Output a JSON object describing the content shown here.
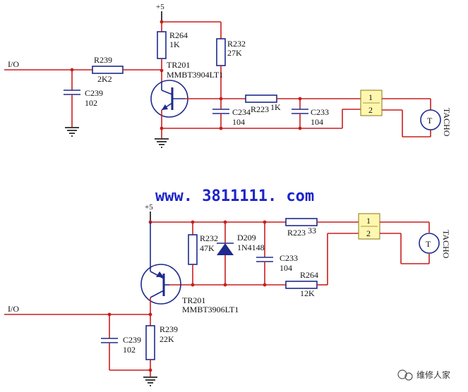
{
  "top": {
    "vcc": "+5",
    "io": "I/O",
    "r239": {
      "ref": "R239",
      "val": "2K2"
    },
    "c239": {
      "ref": "C239",
      "val": "102"
    },
    "r264": {
      "ref": "R264",
      "val": "1K"
    },
    "r232": {
      "ref": "R232",
      "val": "27K"
    },
    "tr": {
      "ref": "TR201",
      "part": "MMBT3904LT1"
    },
    "c234": {
      "ref": "C234",
      "val": "104"
    },
    "r223": {
      "ref": "R223",
      "val": "1K"
    },
    "c233": {
      "ref": "C233",
      "val": "104"
    },
    "conn": {
      "p1": "1",
      "p2": "2"
    },
    "tacho": {
      "symbol": "T",
      "label": "TACHO"
    }
  },
  "watermark": "www. 3811111. com",
  "bottom": {
    "vcc": "+5",
    "io": "I/O",
    "r232": {
      "ref": "R232",
      "val": "47K"
    },
    "d209": {
      "ref": "D209",
      "val": "1N4148"
    },
    "c233": {
      "ref": "C233",
      "val": "104"
    },
    "r223": {
      "ref": "R223",
      "val": "33"
    },
    "r264": {
      "ref": "R264",
      "val": "12K"
    },
    "tr": {
      "ref": "TR201",
      "part": "MMBT3906LT1"
    },
    "c239": {
      "ref": "C239",
      "val": "102"
    },
    "r239": {
      "ref": "R239",
      "val": "22K"
    },
    "conn": {
      "p1": "1",
      "p2": "2"
    },
    "tacho": {
      "symbol": "T",
      "label": "TACHO"
    }
  },
  "brand": "维修人家",
  "colors": {
    "wire": "#c81e1e",
    "component": "#1e2a8c",
    "connector": "#fff7b0",
    "watermark": "#1d24c9"
  }
}
